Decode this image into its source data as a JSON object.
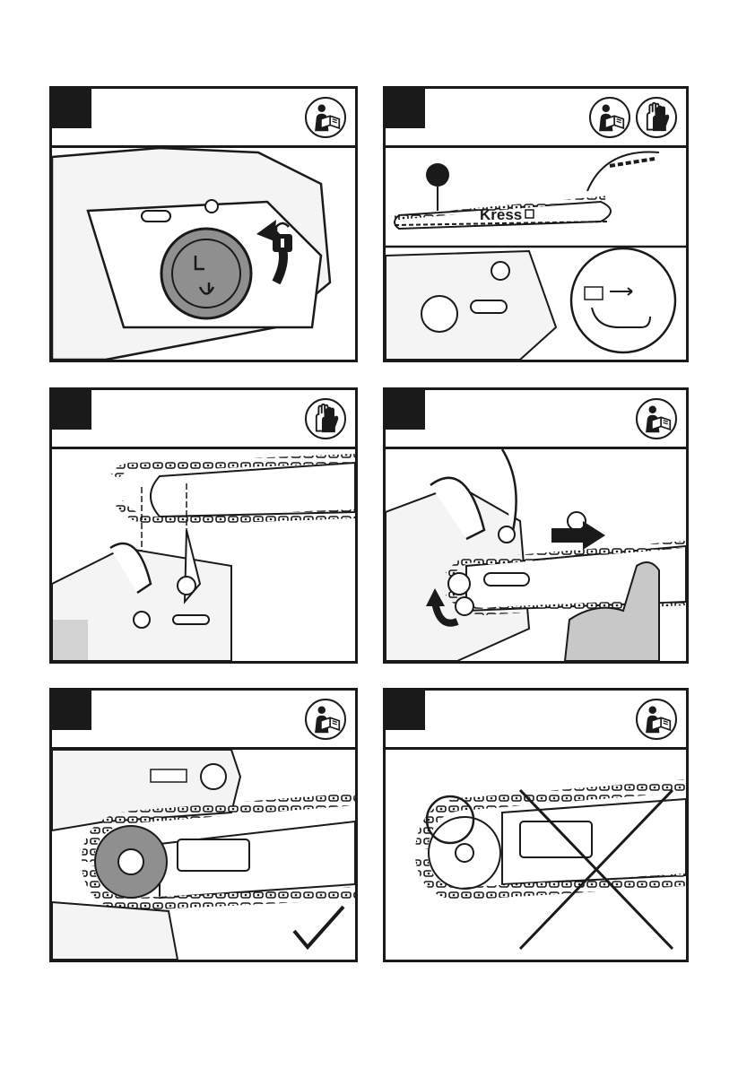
{
  "page": {
    "background": "#ffffff",
    "ink": "#1a1a1a",
    "fill_gray": "#8f8f8f"
  },
  "panels": [
    {
      "id": 1,
      "icons": [
        "read-manual-icon"
      ]
    },
    {
      "id": 2,
      "icons": [
        "read-manual-icon",
        "gloves-icon"
      ],
      "bar_brand": "Kress"
    },
    {
      "id": 3,
      "icons": [
        "gloves-icon"
      ]
    },
    {
      "id": 4,
      "icons": [
        "read-manual-icon"
      ]
    },
    {
      "id": 5,
      "icons": [
        "read-manual-icon"
      ],
      "result": "correct"
    },
    {
      "id": 6,
      "icons": [
        "read-manual-icon"
      ],
      "result": "incorrect"
    }
  ]
}
